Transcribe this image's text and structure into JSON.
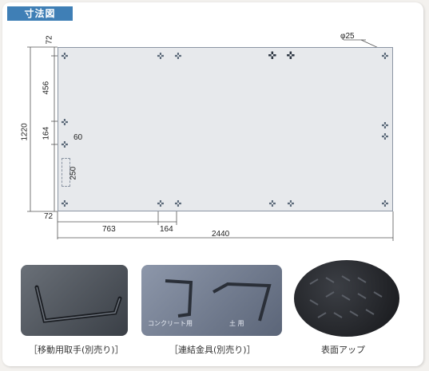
{
  "header": {
    "title": "寸法図"
  },
  "dimensions": {
    "diameter": "φ25",
    "margin_top": "72",
    "seg_456": "456",
    "seg_164_v": "164",
    "total_height": "1220",
    "offset_60": "60",
    "seg_250": "250",
    "margin_bottom": "72",
    "seg_763": "763",
    "seg_164_h": "164",
    "total_width": "2440"
  },
  "photos": [
    {
      "caption": "［移動用取手(別売り)］"
    },
    {
      "caption": "［連結金具(別売り)］",
      "label_left": "コンクリート用",
      "label_right": "土 用"
    },
    {
      "caption": "表面アップ"
    }
  ],
  "colors": {
    "tag_bg": "#3f7fb6",
    "board": "#e7e9ec",
    "board_edge": "#8b95a3"
  }
}
